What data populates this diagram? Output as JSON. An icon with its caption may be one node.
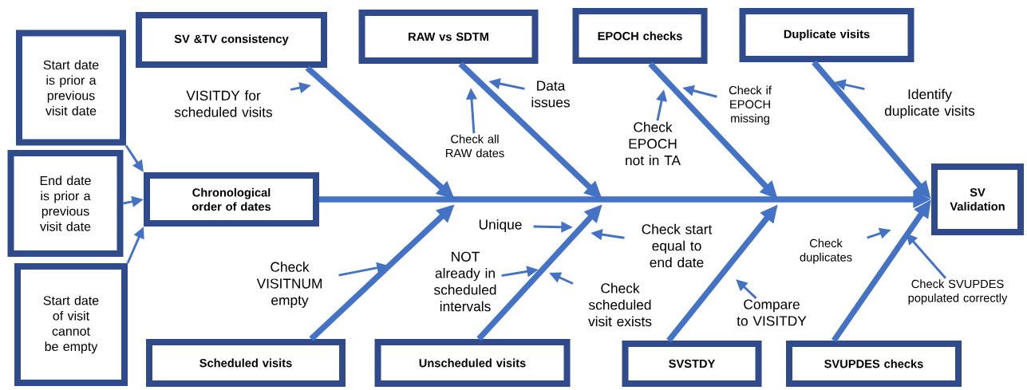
{
  "diagram": {
    "nodes": [
      {
        "text": [
          "Start date is prior a previous visit date"
        ]
      },
      {
        "text": [
          "End date is prior a previous visit date"
        ]
      },
      {
        "text": [
          "Start date of visit cannot be empty"
        ]
      },
      {
        "text": [
          "Chronological order of dates"
        ]
      },
      {
        "text": [
          "SV &TV consistency"
        ]
      },
      {
        "text": [
          "RAW vs SDTM"
        ]
      },
      {
        "text": [
          "EPOCH checks"
        ]
      },
      {
        "text": [
          "Duplicate visits"
        ]
      },
      {
        "text": [
          "SV Validation"
        ]
      },
      {
        "text": [
          "Scheduled visits"
        ]
      },
      {
        "text": [
          "Unscheduled visits"
        ]
      },
      {
        "text": [
          "SVSTDY"
        ]
      },
      {
        "text": [
          "SVUPDES checks"
        ]
      },
      {
        "text": [
          "VISITDY for scheduled visits"
        ]
      },
      {
        "text": [
          "Check all RAW dates"
        ]
      },
      {
        "text": [
          "Data issues"
        ]
      },
      {
        "text": [
          "Check EPOCH not in TA"
        ]
      },
      {
        "text": [
          "Check if EPOCH missing"
        ]
      },
      {
        "text": [
          "Identify duplicate visits"
        ]
      },
      {
        "text": [
          "Check VISITNUM empty"
        ]
      },
      {
        "text": [
          "Unique"
        ]
      },
      {
        "text": [
          "NOT already in scheduled intervals"
        ]
      },
      {
        "text": [
          "Check start equal to end date"
        ]
      },
      {
        "text": [
          "Check scheduled visit exists"
        ]
      },
      {
        "text": [
          "Compare to VISITDY"
        ]
      },
      {
        "text": [
          "Check duplicates"
        ]
      },
      {
        "text": [
          "Check SVUPDES populated correctly"
        ]
      }
    ],
    "edges": [
      {
        "from": 0,
        "to": 3,
        "arrow": "to"
      },
      {
        "from": 1,
        "to": 3,
        "arrow": "to"
      },
      {
        "from": 2,
        "to": 3,
        "arrow": "to"
      },
      {
        "from": 3,
        "to": 8,
        "arrow": "to",
        "style": "thick"
      },
      {
        "from": 4,
        "to": null,
        "arrow": "to",
        "style": "thick"
      },
      {
        "from": 5,
        "to": null,
        "arrow": "to",
        "style": "thick"
      },
      {
        "from": 6,
        "to": null,
        "arrow": "to",
        "style": "thick"
      },
      {
        "from": 7,
        "to": 8,
        "arrow": "to",
        "style": "thick"
      },
      {
        "from": 9,
        "to": null,
        "arrow": "to",
        "style": "thick"
      },
      {
        "from": 10,
        "to": null,
        "arrow": "to",
        "style": "thick"
      },
      {
        "from": 11,
        "to": null,
        "arrow": "to",
        "style": "thick"
      },
      {
        "from": 12,
        "to": 8,
        "arrow": "to",
        "style": "thick"
      },
      {
        "from": 13,
        "to": null,
        "arrow": "to"
      },
      {
        "from": 14,
        "to": null,
        "arrow": "to"
      },
      {
        "from": 15,
        "to": null,
        "arrow": "to"
      },
      {
        "from": 16,
        "to": null,
        "arrow": "to"
      },
      {
        "from": 17,
        "to": null,
        "arrow": "to"
      },
      {
        "from": 18,
        "to": null,
        "arrow": "to"
      },
      {
        "from": 19,
        "to": null,
        "arrow": "to"
      },
      {
        "from": 20,
        "to": null,
        "arrow": "to"
      },
      {
        "from": 21,
        "to": null,
        "arrow": "to"
      },
      {
        "from": 22,
        "to": null,
        "arrow": "to"
      },
      {
        "from": 23,
        "to": null,
        "arrow": "to"
      },
      {
        "from": 24,
        "to": null,
        "arrow": "to"
      },
      {
        "from": 25,
        "to": null,
        "arrow": "to"
      },
      {
        "from": 26,
        "to": null,
        "arrow": "to"
      }
    ]
  }
}
